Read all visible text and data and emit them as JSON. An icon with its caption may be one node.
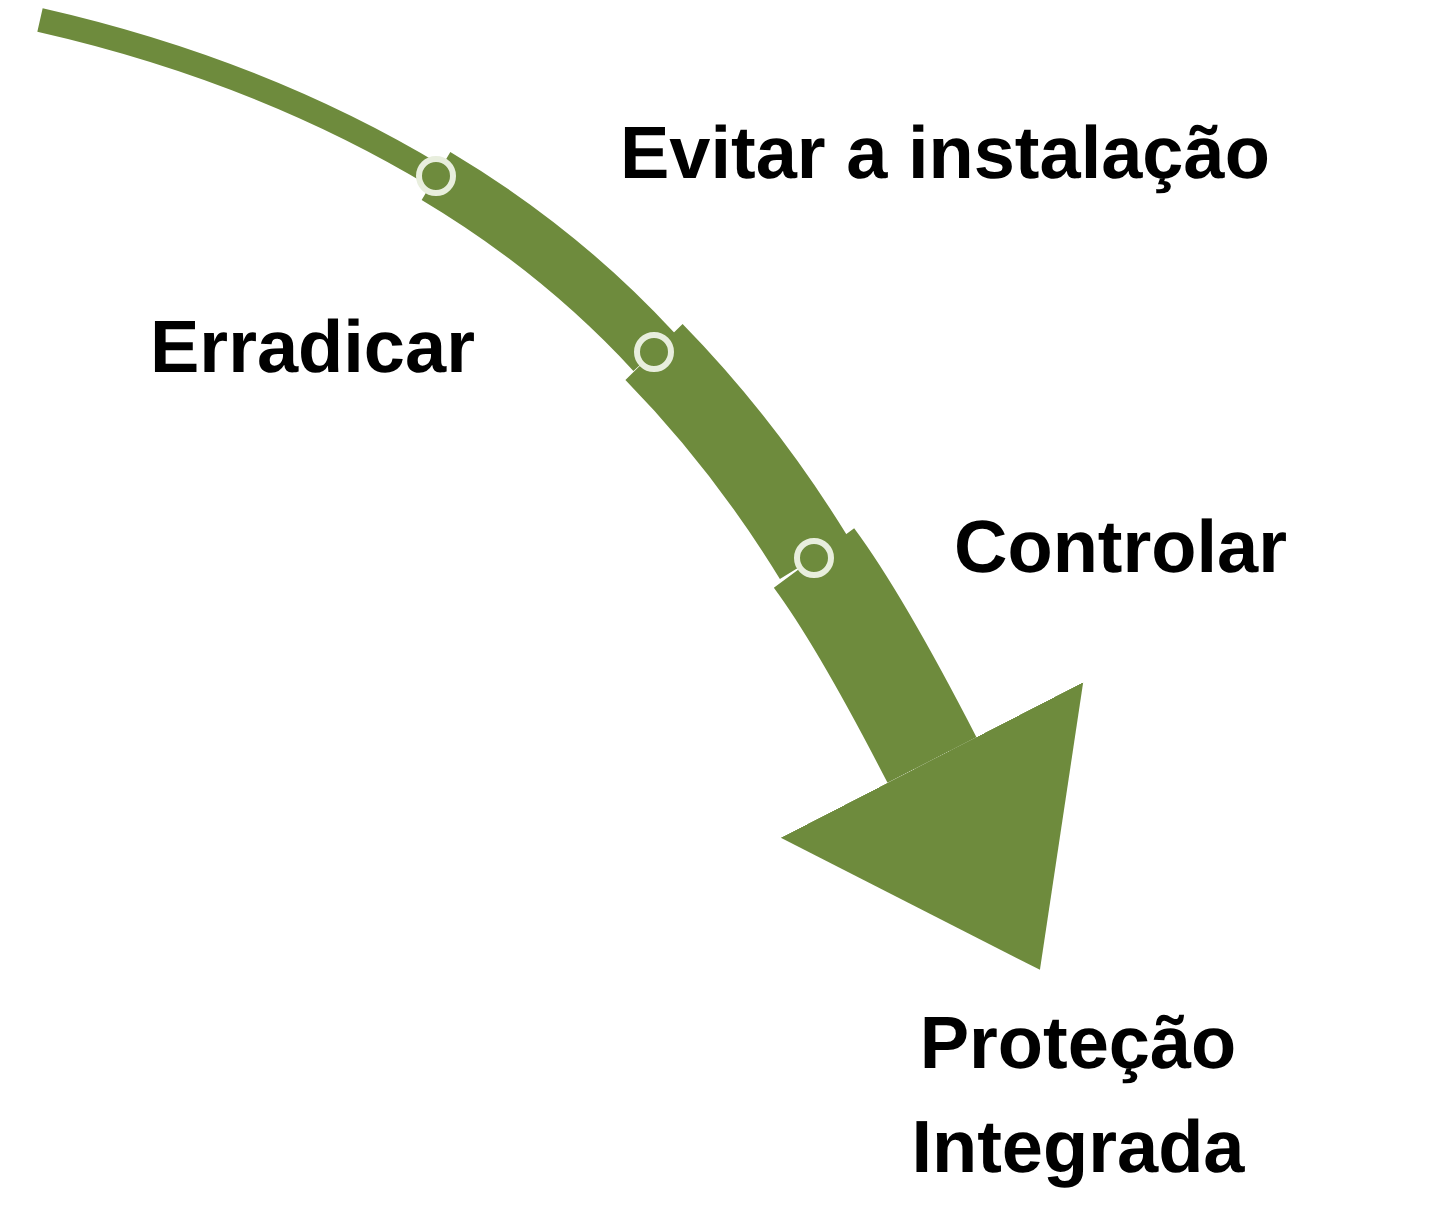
{
  "diagram": {
    "nodes": [
      {
        "text": [],
        "shape": "circle",
        "beside": [
          "Evitar a instalação"
        ]
      },
      {
        "text": [],
        "shape": "circle",
        "beside": [
          "Erradicar"
        ]
      },
      {
        "text": [],
        "shape": "circle",
        "beside": [
          "Controlar"
        ]
      },
      {
        "text": [
          "Proteção Integrada"
        ]
      }
    ],
    "edges": [
      {
        "from": null,
        "to": 0,
        "arrow": "none"
      },
      {
        "from": 0,
        "to": 1,
        "arrow": "none"
      },
      {
        "from": 1,
        "to": 2,
        "arrow": "none"
      },
      {
        "from": 2,
        "to": 3,
        "arrow": "to"
      }
    ]
  }
}
